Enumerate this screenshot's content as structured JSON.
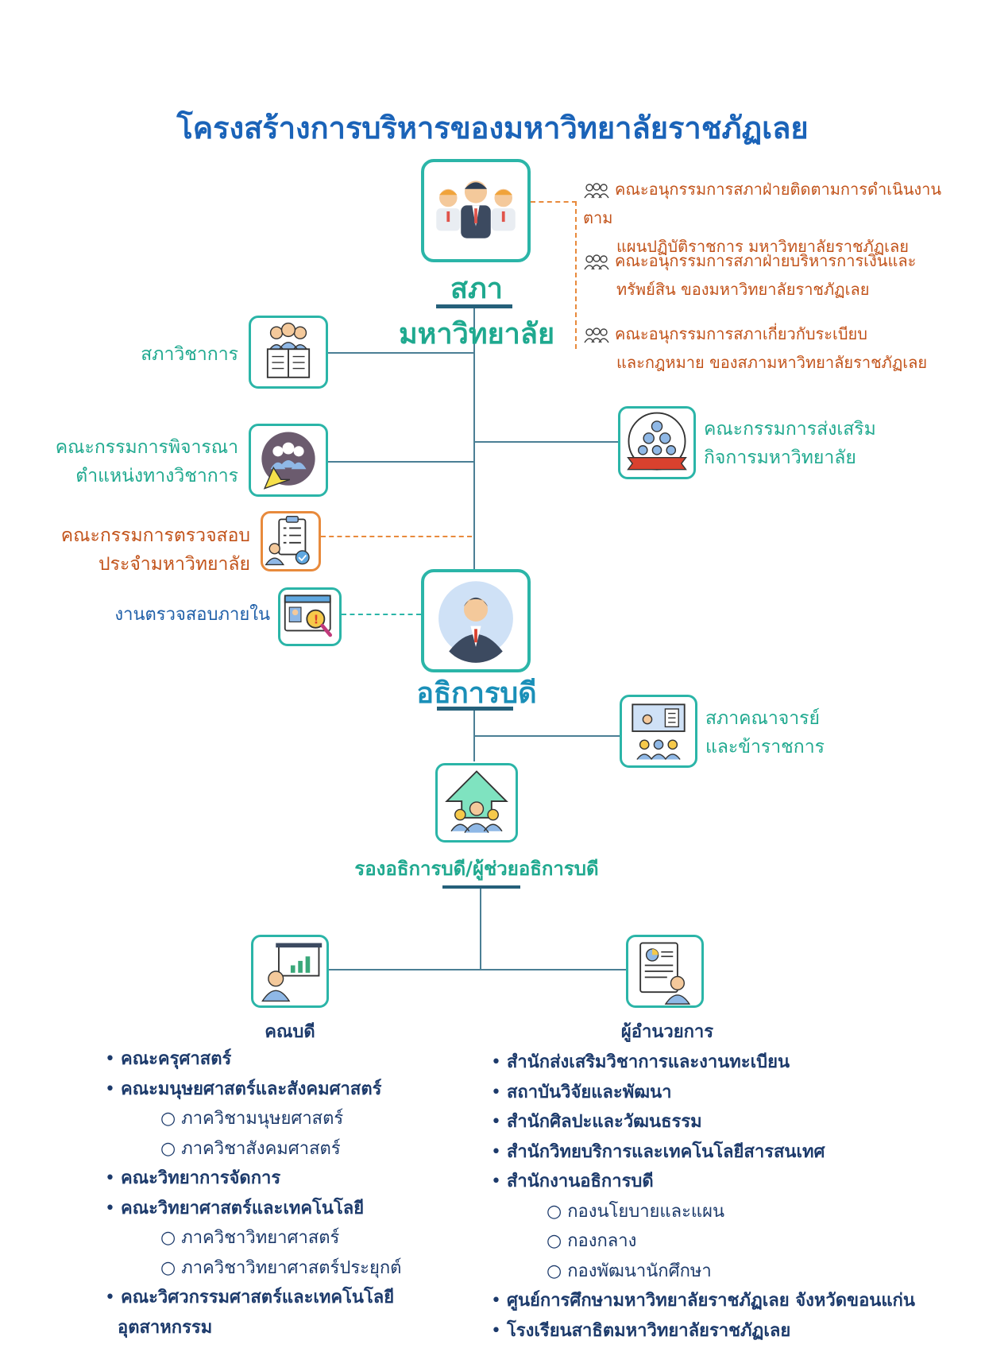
{
  "title": "โครงสร้างการบริหารของมหาวิทยาลัยราชภัฏเลย",
  "council": {
    "label": "สภามหาวิทยาลัย",
    "subcommittees": [
      {
        "line1": "คณะอนุกรรมการสภาฝ่ายติดตามการดำเนินงานตาม",
        "line2": "แผนปฏิบัติราชการ มหาวิทยาลัยราชภัฏเลย"
      },
      {
        "line1": "คณะอนุกรรมการสภาฝ่ายบริหารการเงินและ",
        "line2": "ทรัพย์สิน ของมหาวิทยาลัยราชภัฏเลย"
      },
      {
        "line1": "คณะอนุกรรมการสภาเกี่ยวกับระเบียบ",
        "line2": "และกฎหมาย ของสภามหาวิทยาลัยราชภัฏเลย"
      }
    ]
  },
  "academic_council": "สภาวิชาการ",
  "position_committee": {
    "line1": "คณะกรรมการพิจารณา",
    "line2": "ตำแหน่งทางวิชาการ"
  },
  "audit_committee": {
    "line1": "คณะกรรมการตรวจสอบ",
    "line2": "ประจำมหาวิทยาลัย"
  },
  "internal_audit": "งานตรวจสอบภายใน",
  "promotion_committee": {
    "line1": "คณะกรรมการส่งเสริม",
    "line2": "กิจการมหาวิทยาลัย"
  },
  "president": "อธิการบดี",
  "faculty_senate": {
    "line1": "สภาคณาจารย์",
    "line2": "และข้าราชการ"
  },
  "vice_president": "รองอธิการบดี/ผู้ช่วยอธิการบดี",
  "deans": {
    "label": "คณบดี",
    "items": [
      {
        "kind": "main",
        "text": "คณะครุศาสตร์"
      },
      {
        "kind": "main",
        "text": "คณะมนุษยศาสตร์และสังคมศาสตร์"
      },
      {
        "kind": "sub",
        "text": "ภาควิชามนุษยศาสตร์"
      },
      {
        "kind": "sub",
        "text": "ภาควิชาสังคมศาสตร์"
      },
      {
        "kind": "main",
        "text": "คณะวิทยาการจัดการ"
      },
      {
        "kind": "main",
        "text": "คณะวิทยาศาสตร์และเทคโนโลยี"
      },
      {
        "kind": "sub",
        "text": "ภาควิชาวิทยาศาสตร์"
      },
      {
        "kind": "sub",
        "text": "ภาควิชาวิทยาศาสตร์ประยุกต์"
      },
      {
        "kind": "main",
        "text": "คณะวิศวกรรมศาสตร์และเทคโนโลยี"
      },
      {
        "kind": "cont",
        "text": "อุตสาหกรรม"
      }
    ]
  },
  "directors": {
    "label": "ผู้อำนวยการ",
    "items": [
      {
        "kind": "main",
        "text": "สำนักส่งเสริมวิชาการและงานทะเบียน"
      },
      {
        "kind": "main",
        "text": "สถาบันวิจัยและพัฒนา"
      },
      {
        "kind": "main",
        "text": "สำนักศิลปะและวัฒนธรรม"
      },
      {
        "kind": "main",
        "text": "สำนักวิทยบริการและเทคโนโลยีสารสนเทศ"
      },
      {
        "kind": "main",
        "text": "สำนักงานอธิการบดี"
      },
      {
        "kind": "sub",
        "text": "กองนโยบายและแผน"
      },
      {
        "kind": "sub",
        "text": "กองกลาง"
      },
      {
        "kind": "sub",
        "text": "กองพัฒนานักศึกษา"
      },
      {
        "kind": "main",
        "text": "ศูนย์การศึกษามหาวิทยาลัยราชภัฏเลย จังหวัดขอนแก่น"
      },
      {
        "kind": "main",
        "text": "โรงเรียนสาธิตมหาวิทยาลัยราชภัฏเลย"
      }
    ]
  }
}
